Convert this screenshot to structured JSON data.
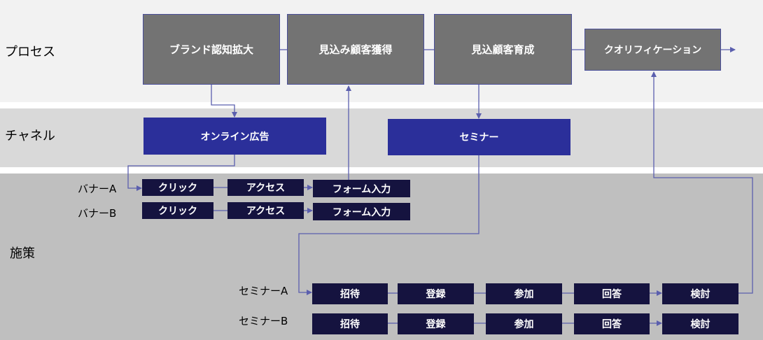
{
  "rows": {
    "process": "プロセス",
    "channel": "チャネル",
    "measure": "施策"
  },
  "process_steps": [
    "ブランド認知拡大",
    "見込み顧客獲得",
    "見込顧客育成",
    "クオリフィケーション"
  ],
  "channels": [
    "オンライン広告",
    "セミナー"
  ],
  "banners": [
    {
      "label": "バナーA",
      "steps": [
        "クリック",
        "アクセス",
        "フォーム入力"
      ]
    },
    {
      "label": "バナーB",
      "steps": [
        "クリック",
        "アクセス",
        "フォーム入力"
      ]
    }
  ],
  "seminars": [
    {
      "label": "セミナーA",
      "steps": [
        "招待",
        "登録",
        "参加",
        "回答",
        "検討"
      ]
    },
    {
      "label": "セミナーB",
      "steps": [
        "招待",
        "登録",
        "参加",
        "回答",
        "検討"
      ]
    }
  ],
  "colors": {
    "process_band": "#f2f2f2",
    "channel_band": "#d9d9d9",
    "measure_band": "#bfbfbf",
    "process_box": "#737373",
    "channel_box": "#2b2f9a",
    "step_box": "#15133f",
    "connector": "#5b5fae"
  }
}
